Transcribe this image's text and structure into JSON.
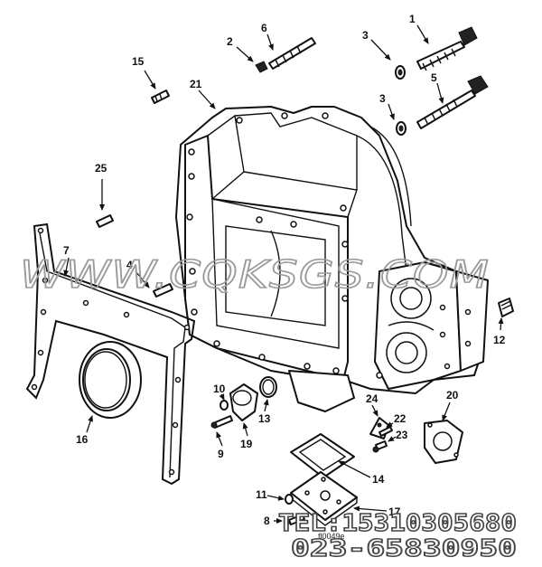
{
  "diagram": {
    "callouts": [
      {
        "id": "c1",
        "label": "1"
      },
      {
        "id": "c2",
        "label": "2"
      },
      {
        "id": "c3a",
        "label": "3"
      },
      {
        "id": "c3b",
        "label": "3"
      },
      {
        "id": "c4",
        "label": "4"
      },
      {
        "id": "c5",
        "label": "5"
      },
      {
        "id": "c6",
        "label": "6"
      },
      {
        "id": "c7",
        "label": "7"
      },
      {
        "id": "c8",
        "label": "8"
      },
      {
        "id": "c9",
        "label": "9"
      },
      {
        "id": "c10",
        "label": "10"
      },
      {
        "id": "c11",
        "label": "11"
      },
      {
        "id": "c12",
        "label": "12"
      },
      {
        "id": "c13",
        "label": "13"
      },
      {
        "id": "c14",
        "label": "14"
      },
      {
        "id": "c15",
        "label": "15"
      },
      {
        "id": "c16",
        "label": "16"
      },
      {
        "id": "c17",
        "label": "17"
      },
      {
        "id": "c19",
        "label": "19"
      },
      {
        "id": "c20",
        "label": "20"
      },
      {
        "id": "c21",
        "label": "21"
      },
      {
        "id": "c22",
        "label": "22"
      },
      {
        "id": "c23",
        "label": "23"
      },
      {
        "id": "c24",
        "label": "24"
      },
      {
        "id": "c25",
        "label": "25"
      }
    ],
    "reference_code": "fl0049e"
  },
  "watermark": {
    "site": "WWW.CQKSGS.COM",
    "tel": "TEL:15310305680",
    "phone": "023-65830950"
  }
}
